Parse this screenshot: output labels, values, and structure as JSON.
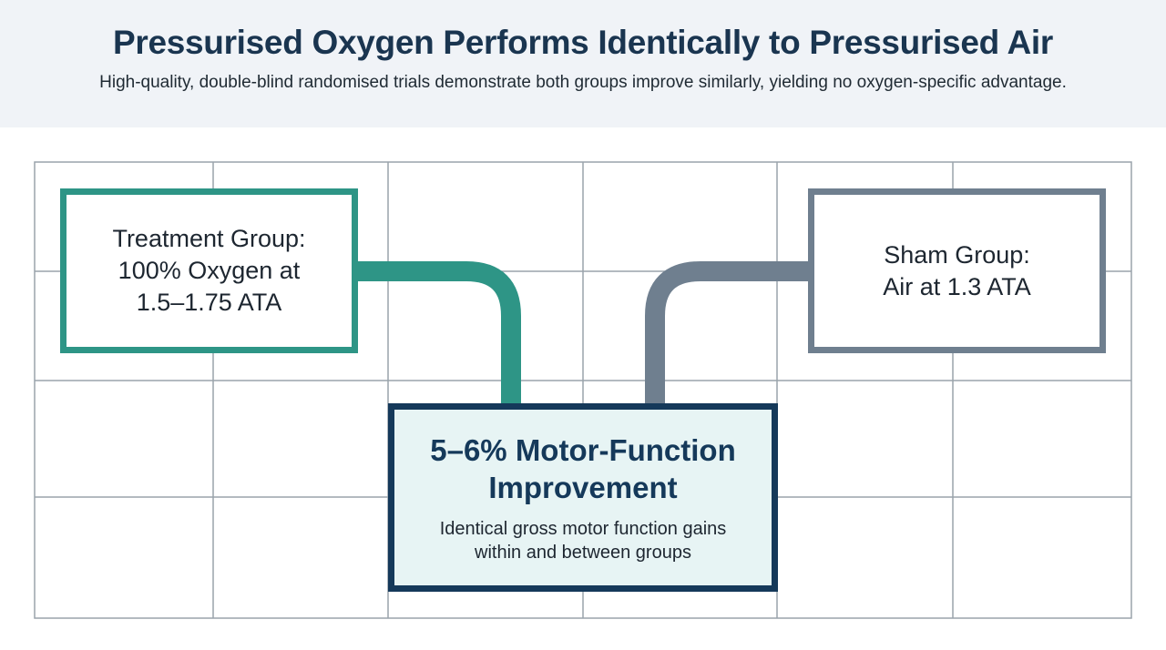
{
  "header": {
    "title": "Pressurised Oxygen Performs Identically to Pressurised Air",
    "subtitle": "High-quality, double-blind randomised trials demonstrate both groups improve similarly, yielding no oxygen-specific advantage."
  },
  "treatment_box": {
    "lines": [
      "Treatment Group:",
      "100% Oxygen at",
      "1.5–1.75 ATA"
    ]
  },
  "sham_box": {
    "lines": [
      "Sham Group:",
      "Air at 1.3 ATA"
    ]
  },
  "result_box": {
    "title_lines": [
      "5–6% Motor-Function",
      "Improvement"
    ],
    "description_lines": [
      "Identical gross motor function gains",
      "within and between groups"
    ]
  },
  "colors": {
    "treatment": "#2e9586",
    "sham": "#6f7f8f",
    "result_border": "#15395a",
    "result_fill": "#e7f4f4",
    "grid": "#9aa3ab",
    "header_bg": "#f0f3f7"
  }
}
